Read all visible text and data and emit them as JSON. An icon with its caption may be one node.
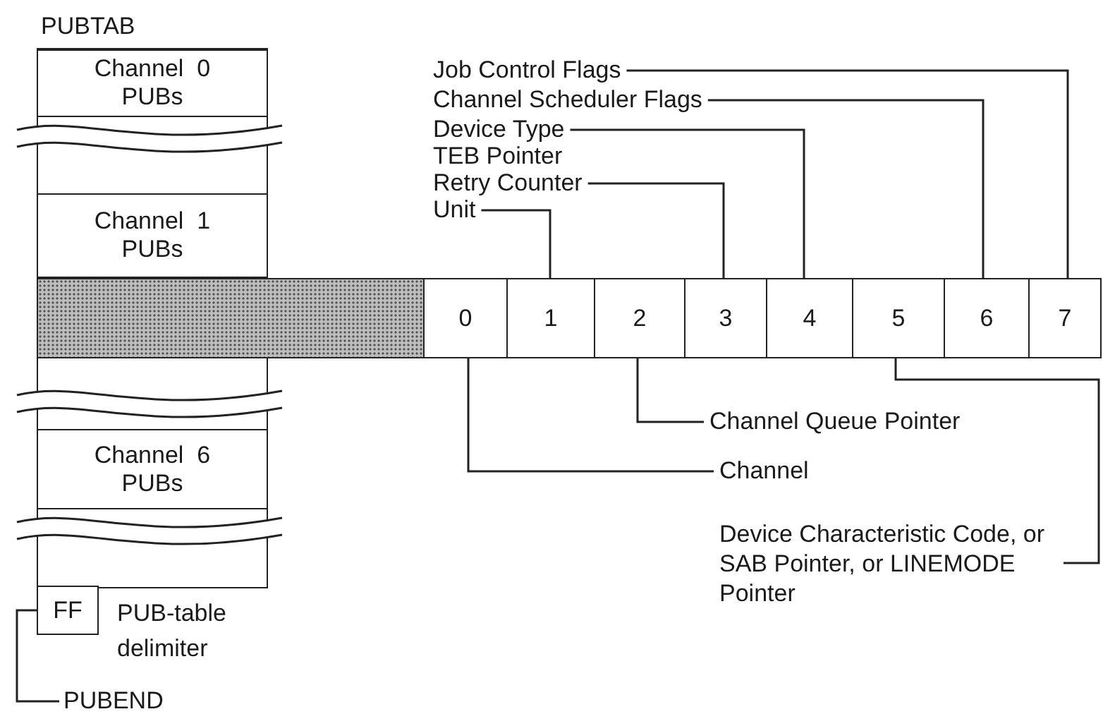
{
  "diagram": {
    "nodes": [
      {
        "text": [
          "PUBTAB"
        ]
      },
      {
        "text": [
          "Channel  0 PUBs"
        ],
        "in": 0
      },
      {
        "text": [
          "Channel  1 PUBs"
        ],
        "in": 0
      },
      {
        "text": [],
        "shape": "bar"
      },
      {
        "text": [
          "Channel  6 PUBs"
        ],
        "in": 0
      },
      {
        "text": [
          "FF"
        ],
        "beside": [
          "PUB-table delimiter"
        ]
      },
      {
        "text": [
          "PUBEND"
        ]
      },
      {
        "text": [
          "0"
        ]
      },
      {
        "text": [
          "1"
        ]
      },
      {
        "text": [
          "2"
        ]
      },
      {
        "text": [
          "3"
        ]
      },
      {
        "text": [
          "4"
        ]
      },
      {
        "text": [
          "5"
        ]
      },
      {
        "text": [
          "6"
        ]
      },
      {
        "text": [
          "7"
        ]
      },
      {
        "text": [
          "Job Control Flags"
        ]
      },
      {
        "text": [
          "Channel Scheduler Flags"
        ]
      },
      {
        "text": [
          "Device Type"
        ]
      },
      {
        "text": [
          "Retry Counter"
        ]
      },
      {
        "text": [
          "Unit"
        ]
      },
      {
        "text": [
          "Channel Queue Pointer"
        ]
      },
      {
        "text": [
          "Channel"
        ]
      },
      {
        "text": [
          "Device Characteristic Code, or SAB Pointer, or LINEMODE Pointer"
        ]
      }
    ],
    "edges": [
      {
        "from": 15,
        "to": 14,
        "arrow": "none"
      },
      {
        "from": 16,
        "to": 13,
        "arrow": "none"
      },
      {
        "from": 17,
        "to": 11,
        "arrow": "none"
      },
      {
        "from": 18,
        "to": 10,
        "arrow": "none"
      },
      {
        "from": 19,
        "to": 8,
        "arrow": "none"
      },
      {
        "from": 20,
        "to": 9,
        "arrow": "none"
      },
      {
        "from": 21,
        "to": 7,
        "arrow": "none"
      },
      {
        "from": 22,
        "to": 12,
        "arrow": "none"
      },
      {
        "from": 6,
        "to": 5,
        "arrow": "none"
      }
    ],
    "labels": [
      "TEB Pointer"
    ]
  }
}
